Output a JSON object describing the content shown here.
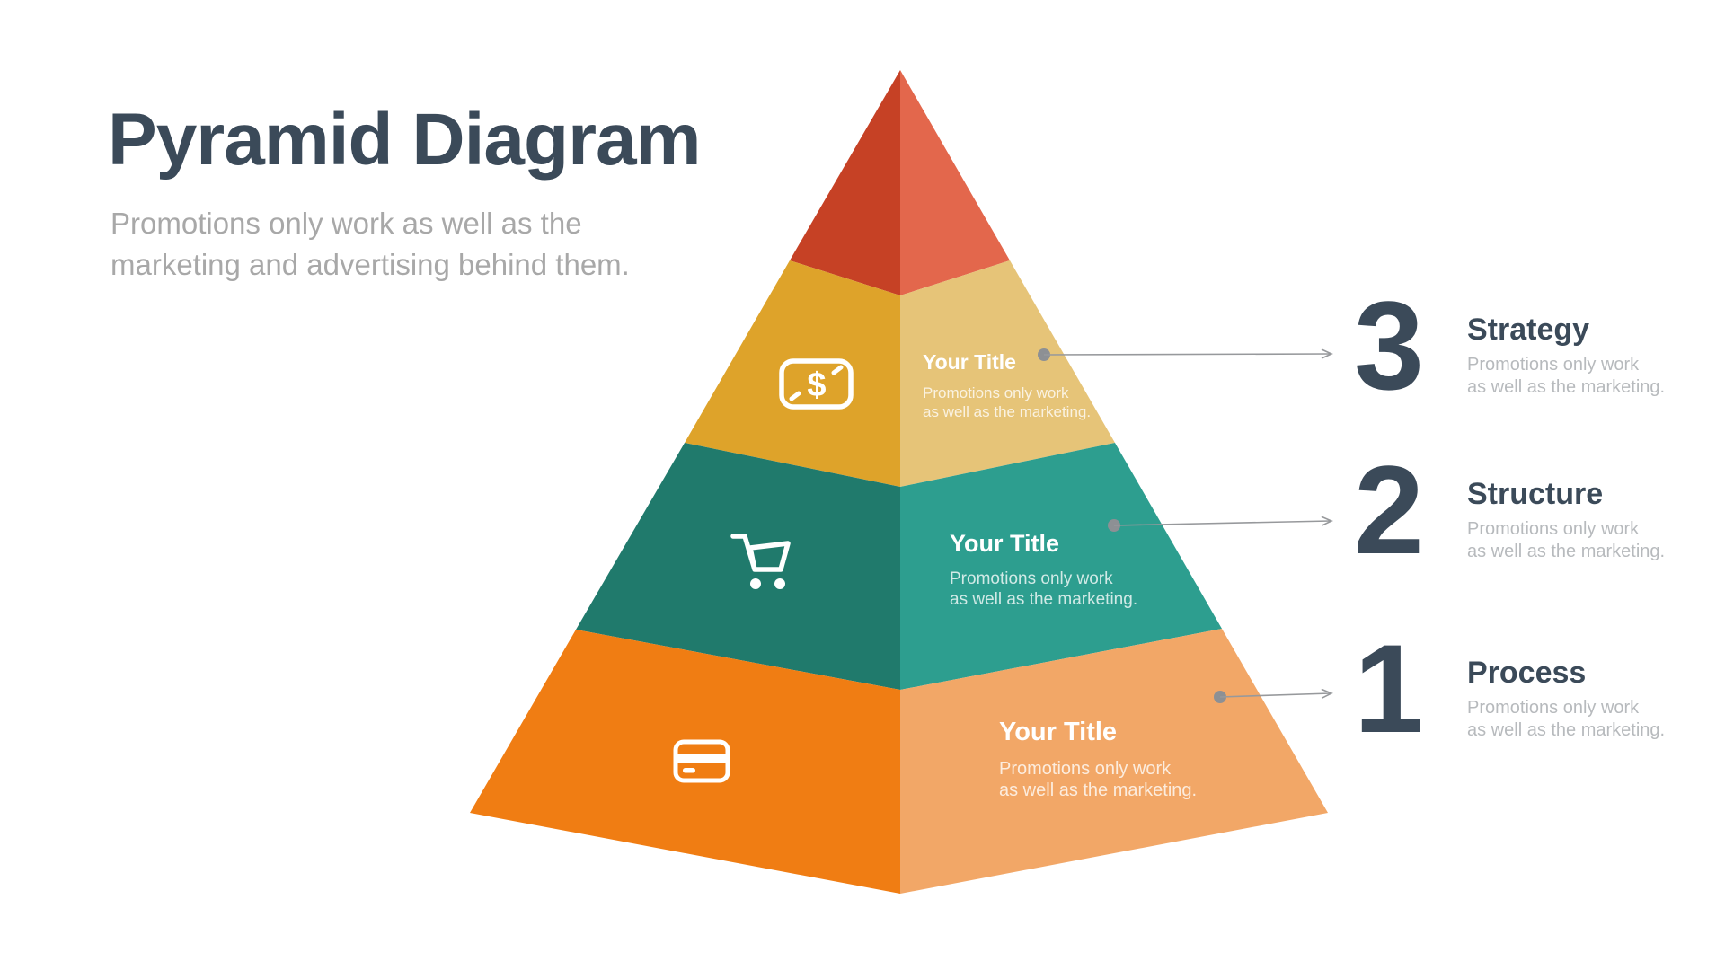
{
  "header": {
    "title": "Pyramid Diagram",
    "subtitle_line1": "Promotions only work as well as the",
    "subtitle_line2": "marketing and advertising behind them."
  },
  "pyramid": {
    "levels": [
      {
        "name": "apex",
        "color_left": "#c64125",
        "color_right": "#e3674c"
      },
      {
        "name": "level-3-strategy",
        "icon": "money-bill-icon",
        "icon_symbol": "$",
        "title": "Your Title",
        "desc_line1": "Promotions only work",
        "desc_line2": "as well as the marketing.",
        "color_left": "#dea32a",
        "color_right": "#e6c478"
      },
      {
        "name": "level-2-structure",
        "icon": "shopping-cart-icon",
        "title": "Your Title",
        "desc_line1": "Promotions only work",
        "desc_line2": "as well as the marketing.",
        "color_left": "#207a6c",
        "color_right": "#2d9e8f"
      },
      {
        "name": "level-1-process",
        "icon": "credit-card-icon",
        "title": "Your Title",
        "desc_line1": "Promotions only work",
        "desc_line2": "as well as the marketing.",
        "color_left": "#f07d13",
        "color_right": "#f2a767"
      }
    ]
  },
  "legend": {
    "rows": [
      {
        "number": "3",
        "label": "Strategy",
        "desc_line1": "Promotions only work",
        "desc_line2": "as well as the marketing."
      },
      {
        "number": "2",
        "label": "Structure",
        "desc_line1": "Promotions only work",
        "desc_line2": "as well as the marketing."
      },
      {
        "number": "1",
        "label": "Process",
        "desc_line1": "Promotions only work",
        "desc_line2": "as well as the marketing."
      }
    ]
  },
  "colors": {
    "heading": "#3b4a59",
    "subtitle_gray": "#a8a8a8",
    "desc_gray": "#b7babd",
    "icon_white": "#ffffff",
    "connector": "#97999c",
    "connector_dot": "#8d9094"
  }
}
